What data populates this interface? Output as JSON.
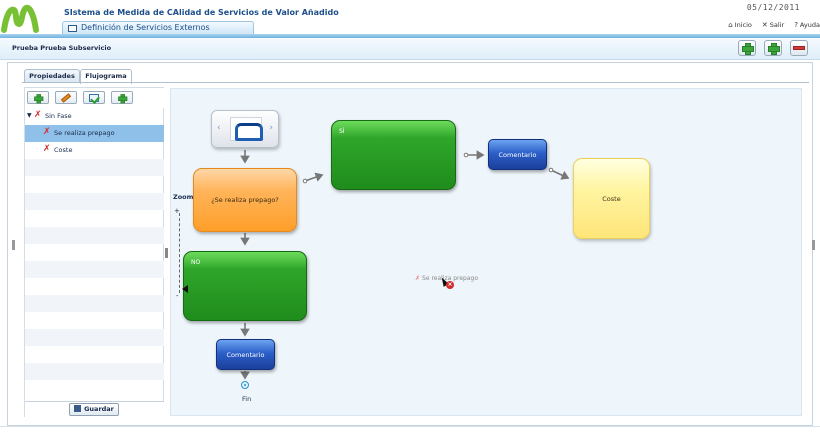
{
  "header": {
    "app_title": "SIstema de Medida de CAlidad de Servicios de Valor Añadido",
    "date": "05/12/2011",
    "active_tab": "Definición de Servicios Externos",
    "links": [
      {
        "label": "Inicio",
        "icon": "home-icon"
      },
      {
        "label": "Salir",
        "icon": "close-icon"
      },
      {
        "label": "Ayuda",
        "icon": "help-icon"
      }
    ]
  },
  "subheader": {
    "title": "Prueba Prueba Subservicio",
    "actions": [
      "add-icon",
      "add-icon",
      "remove-icon"
    ]
  },
  "tabs": [
    {
      "label": "Propiedades",
      "active": false
    },
    {
      "label": "Flujograma",
      "active": true
    }
  ],
  "tree": {
    "toolbar": [
      "add-icon",
      "edit-icon",
      "validate-icon",
      "add-icon"
    ],
    "items": [
      {
        "label": "Sin Fase",
        "level": 0,
        "selected": false
      },
      {
        "label": "Se realiza prepago",
        "level": 1,
        "selected": true
      },
      {
        "label": "Coste",
        "level": 1,
        "selected": false
      }
    ],
    "save_label": "Guardar"
  },
  "canvas": {
    "zoom_label": "Zoom",
    "zoom_plus": "+",
    "zoom_minus": "-",
    "nodes": {
      "decision": "¿Se realiza prepago?",
      "si": "SÍ",
      "no": "NO",
      "comentario_top": "Comentario",
      "coste": "Coste",
      "comentario_bottom": "Comentario",
      "fin": "Fin"
    },
    "drag_item": "Se realiza prepago"
  },
  "colors": {
    "header_blue": "#1d4f8a",
    "selected_row": "#8fc0ea",
    "green_node": "#2fa62a",
    "orange_node": "#ff9f2a",
    "blue_node": "#2c5fc8",
    "yellow_node": "#ffe57a"
  }
}
